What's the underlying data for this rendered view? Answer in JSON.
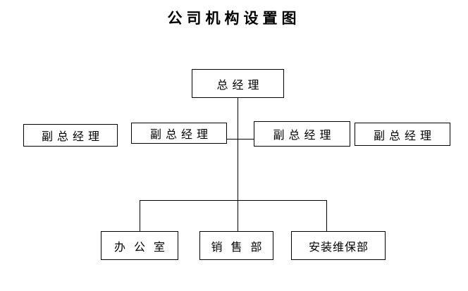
{
  "title": "公司机构设置图",
  "org_chart": {
    "root": {
      "label": "总经理"
    },
    "deputies": [
      {
        "label": "副总经理"
      },
      {
        "label": "副总经理"
      },
      {
        "label": "副总经理"
      },
      {
        "label": "副总经理"
      }
    ],
    "departments": [
      {
        "label": "办 公 室"
      },
      {
        "label": "销 售 部"
      },
      {
        "label": "安装维保部"
      }
    ]
  },
  "colors": {
    "line": "#000000",
    "text": "#000000",
    "background": "#ffffff"
  }
}
